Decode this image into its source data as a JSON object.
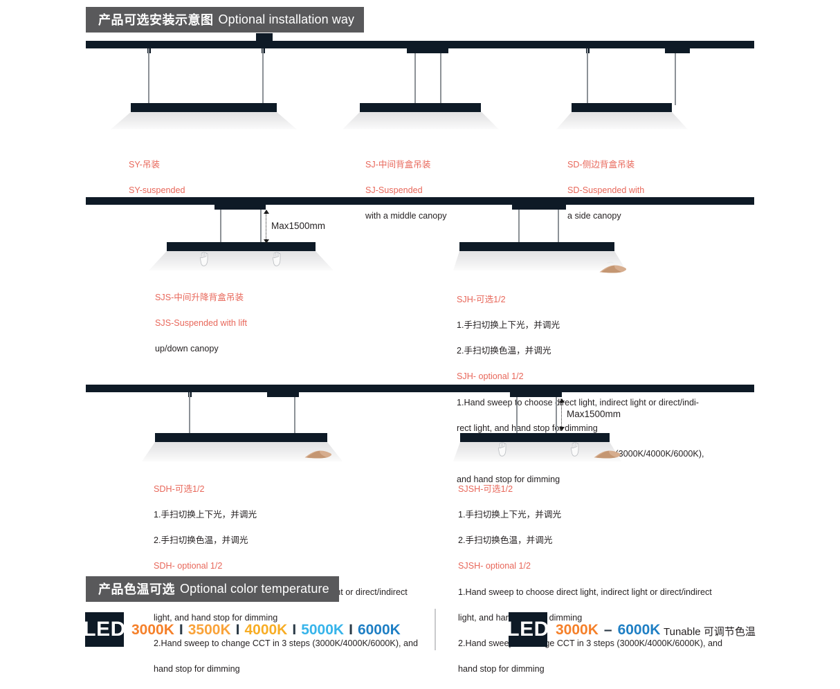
{
  "sections": {
    "installation": {
      "cn": "产品可选安装示意图",
      "en": "Optional installation way"
    },
    "color_temperature": {
      "cn": "产品色温可选",
      "en": "Optional color temperature"
    }
  },
  "diagrams": [
    {
      "id": "sy",
      "code": "SY",
      "cn_label": "SY-吊装",
      "en_label": "SY-suspended",
      "en_label_2": "",
      "caption_lines": [
        "SY-吊装",
        "SY-suspended"
      ]
    },
    {
      "id": "sj",
      "code": "SJ",
      "cn_label": "SJ-中间背盒吊装",
      "en_label": "SJ-Suspended",
      "en_label_2": "with a middle canopy",
      "caption_lines": [
        "SJ-中间背盒吊装",
        "SJ-Suspended",
        "with a middle canopy"
      ]
    },
    {
      "id": "sd",
      "code": "SD",
      "cn_label": "SD-侧边背盒吊装",
      "en_label": "SD-Suspended with",
      "en_label_2": "a side canopy",
      "caption_lines": [
        "SD-侧边背盒吊装",
        "SD-Suspended with",
        "a side canopy"
      ]
    },
    {
      "id": "sjs",
      "code": "SJS",
      "cn_label": "SJS-中间升降背盒吊装",
      "en_label": "SJS-Suspended with lift",
      "en_label_2": "up/down canopy",
      "dimension": "Max1500mm",
      "caption_lines": [
        "SJS-中间升降背盒吊装",
        "SJS-Suspended with lift",
        "up/down canopy"
      ]
    },
    {
      "id": "sjh",
      "code": "SJH",
      "title_cn": "SJH-可选1/2",
      "title_en": "SJH- optional 1/2",
      "cn_items": [
        "1.手扫切换上下光，并调光",
        "2.手扫切换色温，并调光"
      ],
      "en_items": [
        "1.Hand sweep to choose direct light, indirect light or direct/indi-rect light, and hand stop for dimming",
        "2.Hand sweep to change CCT in 3 steps (3000K/4000K/6000K), and hand stop for dimming"
      ],
      "en_items_wrapped": [
        "1.Hand sweep to choose direct light, indirect light or direct/indi-",
        "rect light, and hand stop for dimming",
        "2.Hand sweep to change CCT in 3 steps (3000K/4000K/6000K),",
        "and hand stop for dimming"
      ]
    },
    {
      "id": "sdh",
      "code": "SDH",
      "title_cn": "SDH-可选1/2",
      "title_en": "SDH- optional 1/2",
      "cn_items": [
        "1.手扫切换上下光，并调光",
        "2.手扫切换色温，并调光"
      ],
      "en_items_wrapped": [
        "1.Hand sweep to choose direct light, indirect light or direct/indirect",
        "light, and hand stop for dimming",
        "2.Hand sweep to change CCT in 3 steps (3000K/4000K/6000K), and",
        "hand stop for dimming"
      ]
    },
    {
      "id": "sjsh",
      "code": "SJSH",
      "title_cn": "SJSH-可选1/2",
      "title_en": "SJSH- optional 1/2",
      "dimension": "Max1500mm",
      "cn_items": [
        "1.手扫切换上下光，并调光",
        "2.手扫切换色温，并调光"
      ],
      "en_items_wrapped": [
        "1.Hand sweep to choose direct light, indirect light or direct/indirect",
        "light, and hand stop for dimming",
        "2.Hand sweep to change CCT in 3 steps (3000K/4000K/6000K), and",
        "hand stop for dimming"
      ]
    }
  ],
  "color_temperature": {
    "badge_label": "LED",
    "fixed": {
      "separator": "I",
      "options": [
        {
          "value": "3000K",
          "color": "#f5802a"
        },
        {
          "value": "3500K",
          "color": "#f9a33a"
        },
        {
          "value": "4000K",
          "color": "#f7ad25"
        },
        {
          "value": "5000K",
          "color": "#37b4ea"
        },
        {
          "value": "6000K",
          "color": "#1f7fc4"
        }
      ]
    },
    "tunable": {
      "from": {
        "value": "3000K",
        "color": "#f5802a"
      },
      "dash": "–",
      "to": {
        "value": "6000K",
        "color": "#1f7fc4"
      },
      "note_en": "Tunable",
      "note_cn": "可调节色温"
    }
  },
  "theme": {
    "dark": "#0e1a26",
    "accent": "#e8675a",
    "header_bg": "#59595b",
    "wire": "#8c9196"
  }
}
